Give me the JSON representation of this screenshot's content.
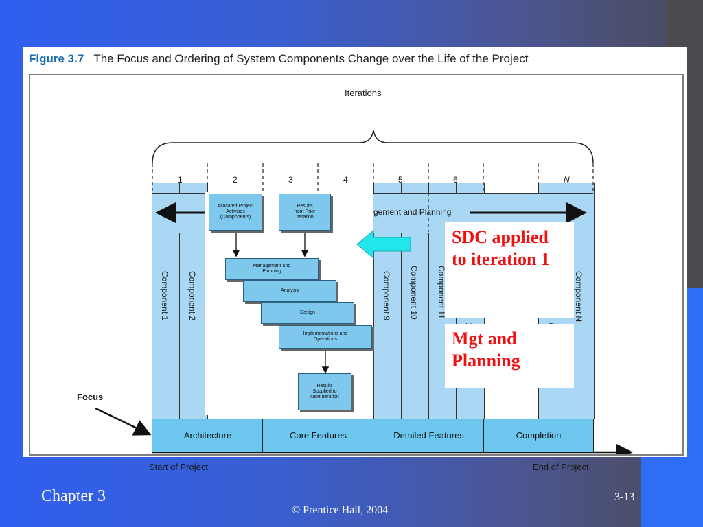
{
  "figure": {
    "number": "Figure 3.7",
    "caption": "The Focus and Ordering of System Components Change over the Life of the Project"
  },
  "diagram": {
    "iterations_label": "Iterations",
    "iteration_numbers": [
      "1",
      "2",
      "3",
      "4",
      "5",
      "6",
      "N"
    ],
    "mgmt_banner": "gement and Planning",
    "components": [
      "Component 1",
      "Component 2",
      "Component 9",
      "Component 10",
      "Component 11",
      "Component N"
    ],
    "partial_labels": [
      "1",
      "N"
    ],
    "phases": [
      "Architecture",
      "Core Features",
      "Detailed Features",
      "Completion"
    ],
    "focus_label": "Focus",
    "start_label": "Start of Project",
    "end_label": "End of Project",
    "process": {
      "allocated": "Allocated Project\nActivities\n(Components)",
      "results_prior": "Results\nfrom Prior\nIteration",
      "mgmt_planning": "Management and\nPlanning",
      "analysis": "Analysis",
      "design": "Design",
      "impl_ops": "Implementations and\nOperations",
      "results_next": "Results\nSupplied to\nNext Iteration"
    }
  },
  "callouts": {
    "sdc": "SDC applied to iteration 1",
    "mgt": "Mgt and Planning"
  },
  "colors": {
    "band": "#aad8f4",
    "phase": "#6cc6ee",
    "process_box": "#7ec8ee",
    "cyan_arrow": "#22e6ec",
    "callout_text": "#e11111"
  },
  "footer": {
    "chapter": "Chapter 3",
    "copyright": "© Prentice Hall, 2004",
    "page": "3-13"
  }
}
